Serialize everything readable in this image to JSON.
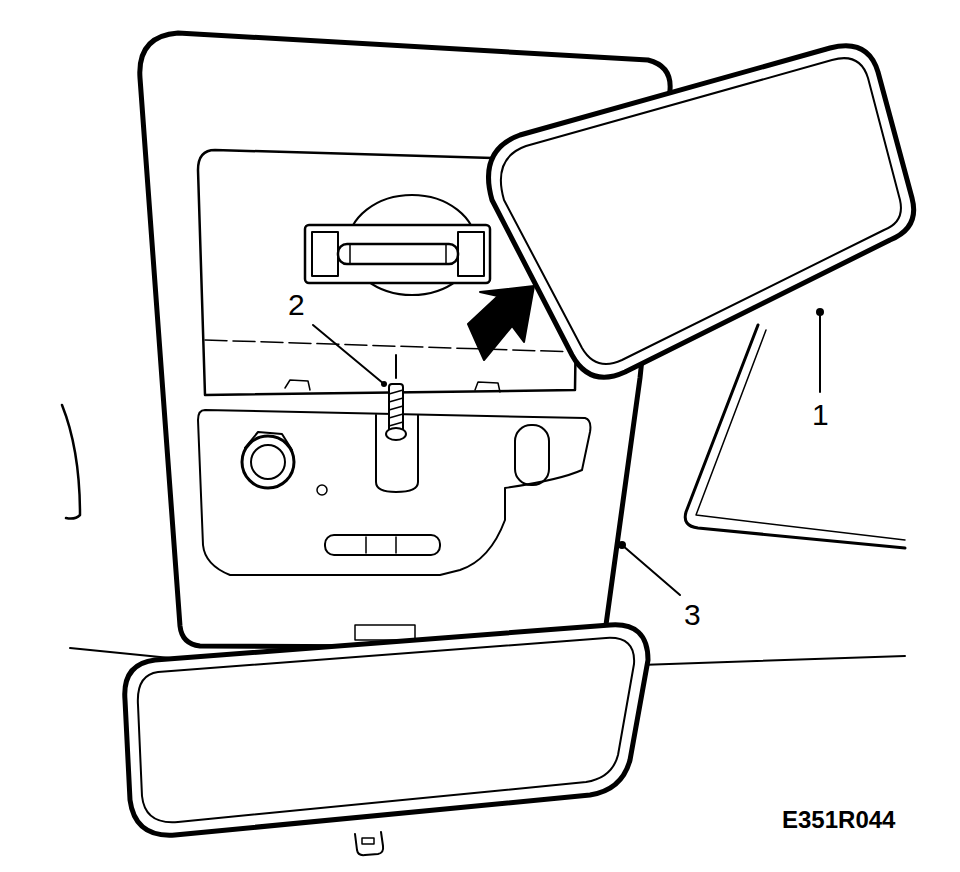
{
  "diagram": {
    "labels": [
      "1",
      "2",
      "3",
      "E351R044"
    ]
  }
}
